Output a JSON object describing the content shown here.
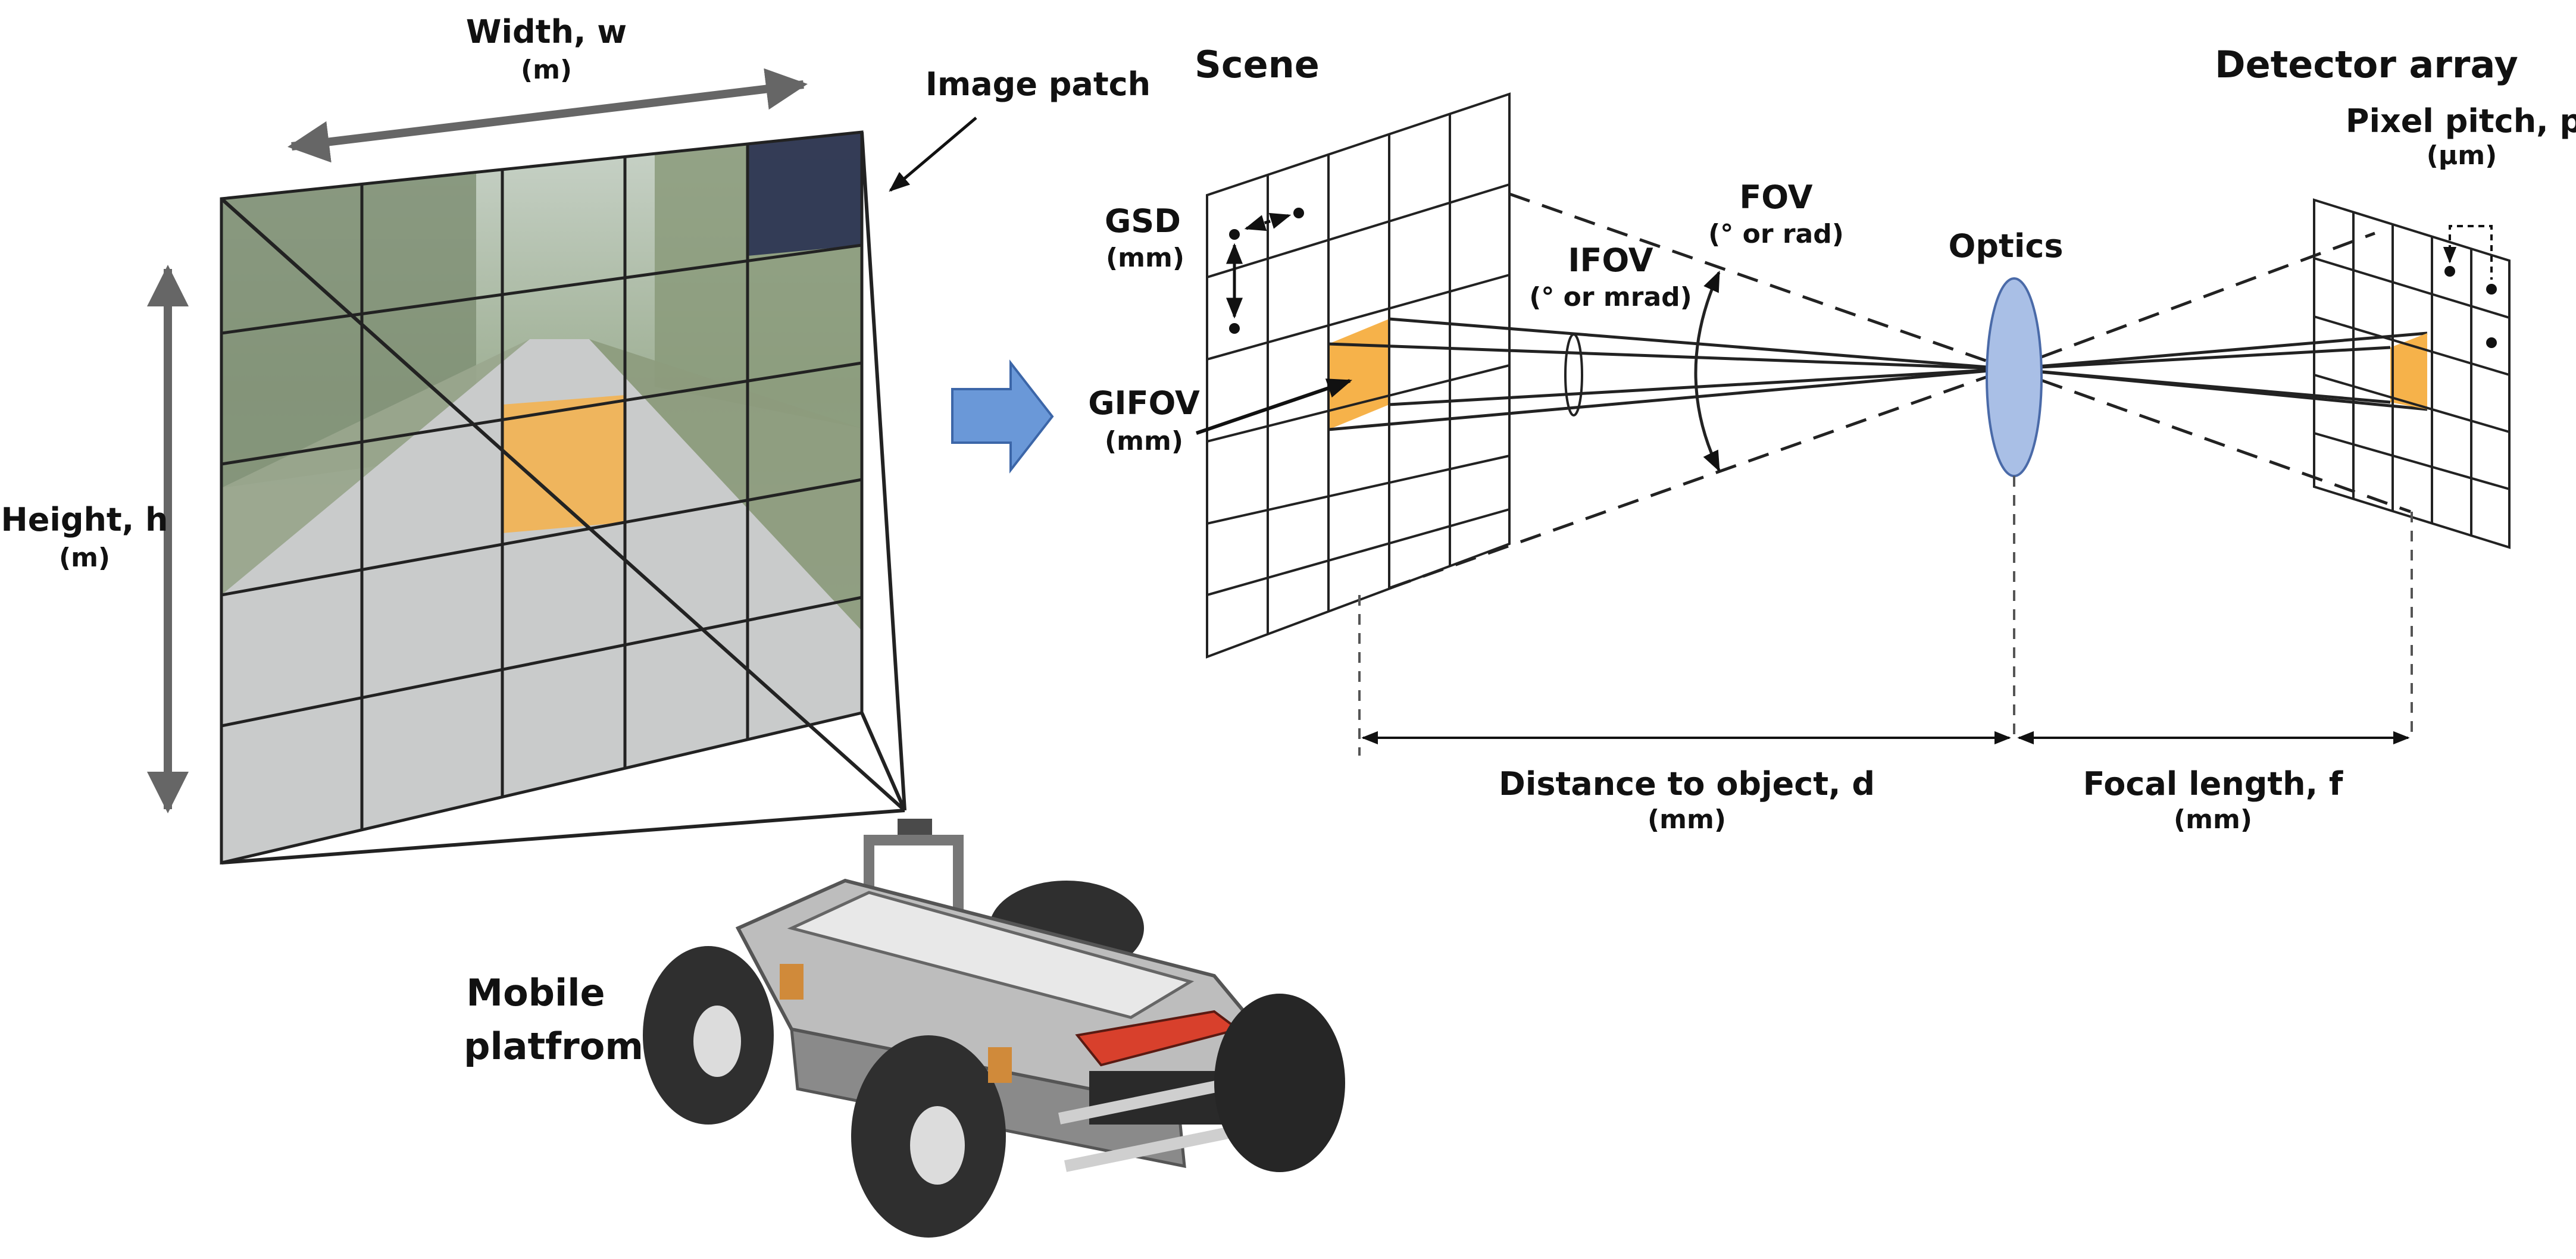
{
  "labels": {
    "width": "Width, w",
    "width_unit": "(m)",
    "height": "Height, h",
    "height_unit": "(m)",
    "image_patch": "Image patch",
    "scene": "Scene",
    "detector_array": "Detector array",
    "pixel_pitch": "Pixel pitch, p",
    "pixel_pitch_unit": "(µm)",
    "gsd": "GSD",
    "gsd_unit": "(mm)",
    "ifov": "IFOV",
    "ifov_unit": "(° or mrad)",
    "fov": "FOV",
    "fov_unit": "(° or rad)",
    "optics": "Optics",
    "gifov": "GIFOV",
    "gifov_unit": "(mm)",
    "distance": "Distance to object, d",
    "distance_unit": "(mm)",
    "focal_length": "Focal length, f",
    "focal_length_unit": "(mm)",
    "mobile_1": "Mobile",
    "mobile_2": "platfrom"
  },
  "colors": {
    "patch_orange": "#f6b24a",
    "image_patch_dark": "#2b3352",
    "lens_blue": "#a9bfe6",
    "arrow_blue": "#6a98d8",
    "robot_red": "#d8402c"
  },
  "icons": {
    "process_arrow": "right-arrow-icon",
    "robot": "mobile-robot-icon"
  }
}
